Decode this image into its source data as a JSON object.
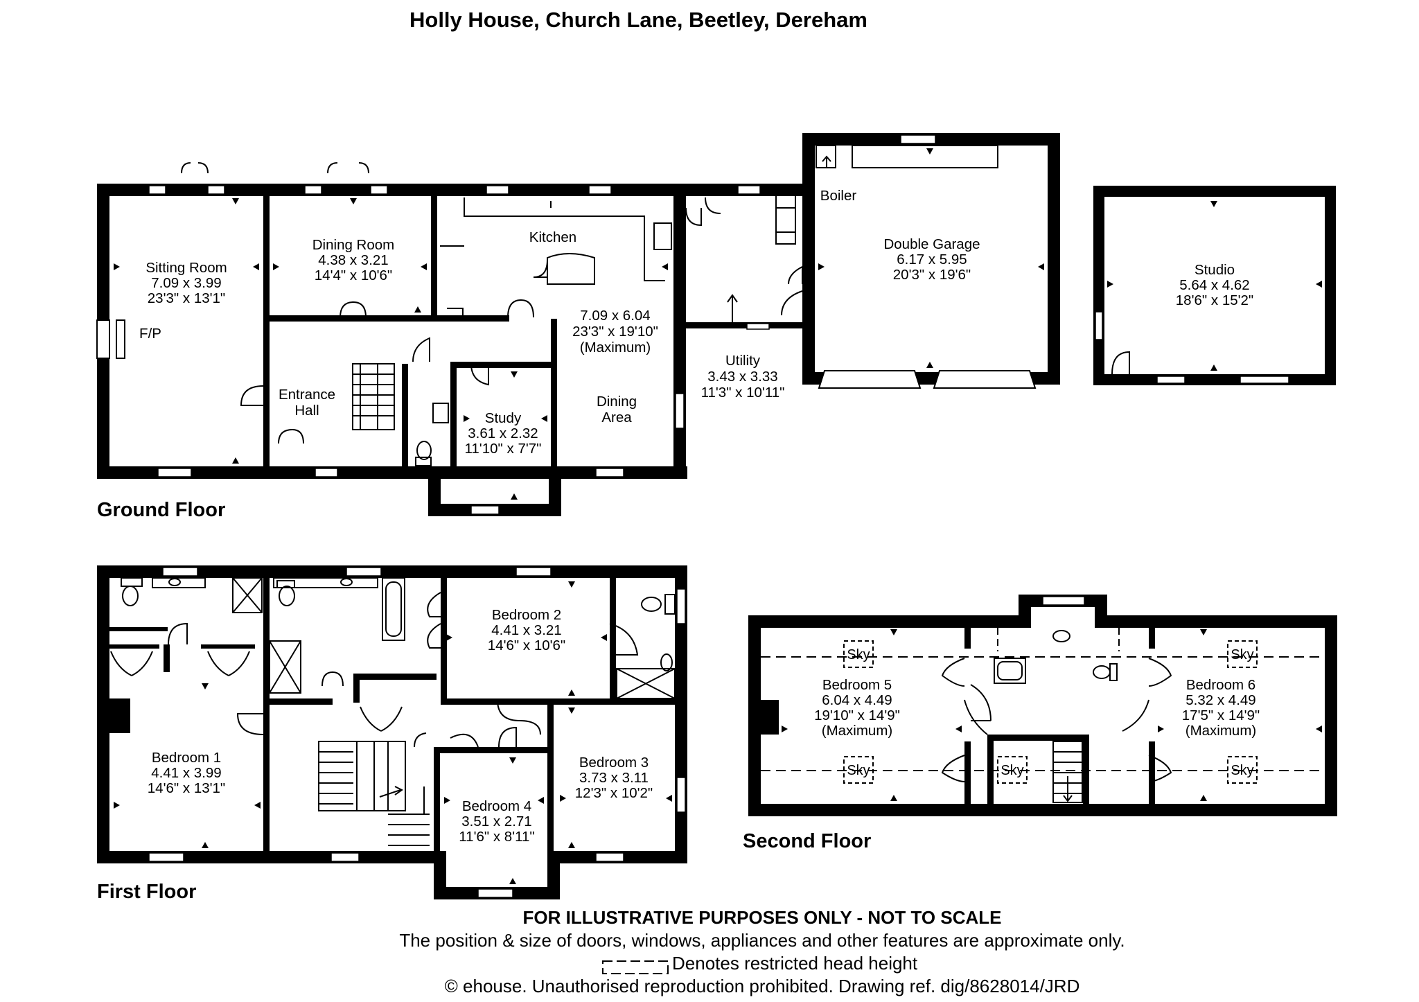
{
  "title": "Holly House, Church Lane, Beetley, Dereham",
  "floors": {
    "ground": "Ground Floor",
    "first": "First Floor",
    "second": "Second Floor"
  },
  "ground_rooms": {
    "sitting_room": [
      "Sitting Room",
      "7.09 x 3.99",
      "23'3\" x 13'1\""
    ],
    "fp": "F/P",
    "dining_room": [
      "Dining Room",
      "4.38 x 3.21",
      "14'4\" x 10'6\""
    ],
    "kitchen": "Kitchen",
    "kitchen_dims": [
      "7.09 x 6.04",
      "23'3\" x 19'10\"",
      "(Maximum)"
    ],
    "dining_area": [
      "Dining",
      "Area"
    ],
    "entrance_hall": [
      "Entrance",
      "Hall"
    ],
    "study": [
      "Study",
      "3.61 x 2.32",
      "11'10\" x 7'7\""
    ],
    "utility": [
      "Utility",
      "3.43 x 3.33",
      "11'3\" x 10'11\""
    ],
    "boiler": "Boiler",
    "garage": [
      "Double Garage",
      "6.17 x 5.95",
      "20'3\" x 19'6\""
    ],
    "studio": [
      "Studio",
      "5.64 x 4.62",
      "18'6\" x 15'2\""
    ]
  },
  "first_rooms": {
    "bedroom1": [
      "Bedroom 1",
      "4.41 x 3.99",
      "14'6\" x 13'1\""
    ],
    "bedroom2": [
      "Bedroom 2",
      "4.41 x 3.21",
      "14'6\" x 10'6\""
    ],
    "bedroom3": [
      "Bedroom 3",
      "3.73 x 3.11",
      "12'3\" x 10'2\""
    ],
    "bedroom4": [
      "Bedroom 4",
      "3.51 x 2.71",
      "11'6\" x 8'11\""
    ]
  },
  "second_rooms": {
    "bedroom5": [
      "Bedroom 5",
      "6.04 x 4.49",
      "19'10\" x 14'9\"",
      "(Maximum)"
    ],
    "bedroom6": [
      "Bedroom 6",
      "5.32 x 4.49",
      "17'5\" x 14'9\"",
      "(Maximum)"
    ],
    "sky": "Sky"
  },
  "footer": {
    "disclaimer": "FOR ILLUSTRATIVE PURPOSES ONLY - NOT TO SCALE",
    "position_note": "The position & size of doors, windows, appliances and other features are approximate only.",
    "restricted": "Denotes restricted head height",
    "copyright": "© ehouse. Unauthorised reproduction prohibited. Drawing ref. dig/8628014/JRD"
  }
}
